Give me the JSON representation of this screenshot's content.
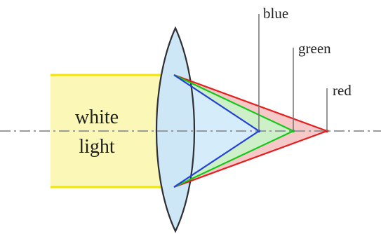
{
  "labels": {
    "white_light_line1": "white",
    "white_light_line2": "light",
    "blue": "blue",
    "green": "green",
    "red": "red"
  },
  "colors": {
    "background": "#ffffff",
    "white_light_fill": "#fbf7b7",
    "white_light_edge": "#f2e600",
    "lens_fill": "#cde7f7",
    "lens_outline": "#2f2f34",
    "axis": "#8c8f93",
    "blue_ray": "#2340d8",
    "blue_fill": "#d5ecfb",
    "green_ray": "#14c81a",
    "green_fill": "#cdf0c9",
    "red_ray": "#e51e1e",
    "red_fill": "#f6c8c8",
    "leader": "#727272"
  }
}
